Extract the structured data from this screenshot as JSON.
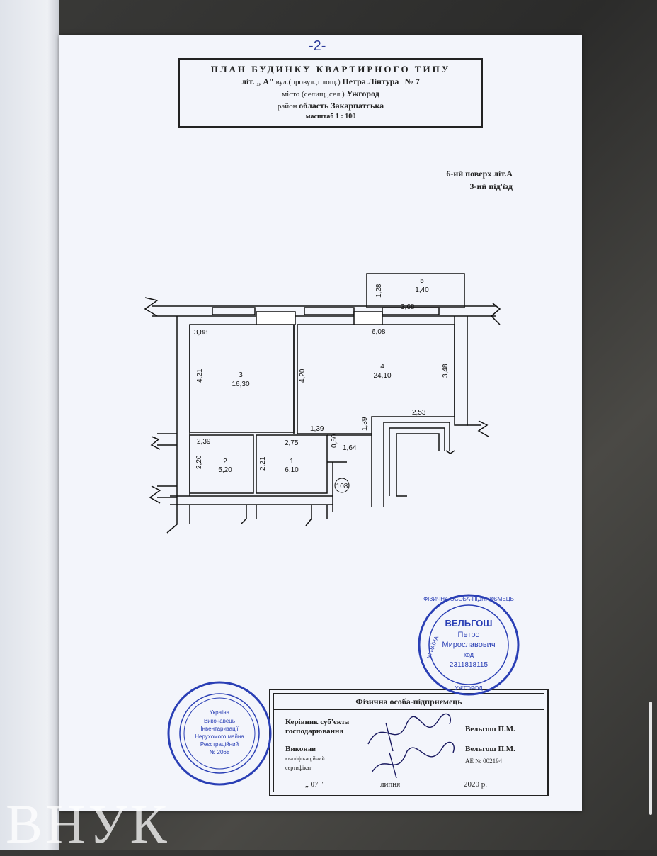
{
  "page_number": "-2-",
  "header": {
    "title": "ПЛАН БУДИНКУ КВАРТИРНОГО ТИПУ",
    "lit_label": "літ. „ А\"",
    "street_prefix": "вул.(провул.,площ.)",
    "street": "Петра Лінтура",
    "number": "№ 7",
    "city_prefix": "місто (селищ.,сел.)",
    "city": "Ужгород",
    "district_prefix": "район",
    "region": "область  Закарпатська",
    "scale": "масштаб 1 : 100"
  },
  "floor": {
    "level": "6-ий поверх літ.А",
    "entrance": "3-ий під'їзд"
  },
  "rooms": [
    {
      "num": "1",
      "area": "6,10"
    },
    {
      "num": "2",
      "area": "5,20"
    },
    {
      "num": "3",
      "area": "16,30"
    },
    {
      "num": "4",
      "area": "24,10"
    },
    {
      "num": "5",
      "area": "1,40"
    }
  ],
  "dimensions": {
    "d388": "3,88",
    "d421": "4,21",
    "d420": "4,20",
    "d608": "6,08",
    "d348": "3,48",
    "d253": "2,53",
    "d139a": "1,39",
    "d139b": "1,39",
    "d164": "1,64",
    "d050": "0,50",
    "d275": "2,75",
    "d239": "2,39",
    "d220": "2,20",
    "d221": "2,21",
    "d368": "3,68",
    "d128": "1,28"
  },
  "flat_mark": "108",
  "stamp_right": {
    "top_text": "ФІЗИЧНА ОСОБА-ПІДПРИЄМЕЦЬ",
    "name1": "ВЕЛЬГОШ",
    "name2": "Петро",
    "name3": "Мирославович",
    "code_label": "код",
    "code": "2311818115",
    "left_text": "УКРАЇНА",
    "bottom_text": "УЖГОРОД"
  },
  "stamp_left": {
    "line1": "Україна",
    "line2": "Виконавець",
    "line3": "Інвентаризації",
    "line4": "Нерухомого майна",
    "line5": "Реєстраційний",
    "line6": "№ 2068"
  },
  "signature_table": {
    "header": "Фізична особа-підприємець",
    "row1_label_a": "Керівник суб'єкта",
    "row1_label_b": "господарювання",
    "row1_name": "Вельгош П.М.",
    "row2_label": "Виконав",
    "row2_sub_a": "кваліфікаційний",
    "row2_sub_b": "сертифікат",
    "row2_name": "Вельгош П.М.",
    "row2_cert": "АЕ  № 002194",
    "date_day": "„ 07 \"",
    "date_month": "липня",
    "date_year": "2020 р."
  },
  "watermark": "ВНУК",
  "colors": {
    "stamp_blue": "#2a3fb5",
    "ink": "#222222",
    "paper": "#f3f5fb"
  }
}
